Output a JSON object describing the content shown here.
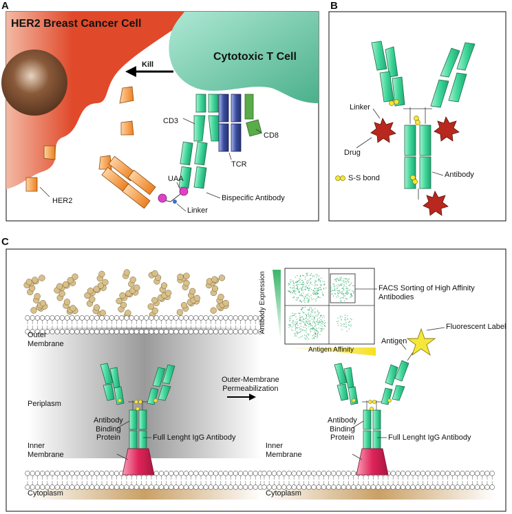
{
  "panels": {
    "a": {
      "letter": "A",
      "her2_cell_title": "HER2 Breast Cancer Cell",
      "t_cell_title": "Cytotoxic T Cell",
      "kill_label": "Kill",
      "cd3_label": "CD3",
      "cd8_label": "CD8",
      "tcr_label": "TCR",
      "uaa_label": "UAA",
      "her2_label": "HER2",
      "linker_label": "Linker",
      "bispecific_label": "Bispecific Antibody"
    },
    "b": {
      "letter": "B",
      "linker_label": "Linker",
      "drug_label": "Drug",
      "antibody_label": "Antibody",
      "ss_bond_label": "S-S bond"
    },
    "c": {
      "letter": "C",
      "outer_membrane_label": "Outer\nMembrane",
      "periplasm_label": "Periplasm",
      "inner_membrane_label_left": "Inner\nMembrane",
      "inner_membrane_label_right": "Inner\nMembrane",
      "cytoplasm_label_left": "Cytoplasm",
      "cytoplasm_label_right": "Cytoplasm",
      "abp_label_left": "Antibody\nBinding\nProtein",
      "abp_label_right": "Antibody\nBinding\nProtein",
      "igg_label_left": "Full Lenght IgG Antibody",
      "igg_label_right": "Full Lenght IgG Antibody",
      "permeabilization_label": "Outer-Membrane\nPermeabilization",
      "antigen_label": "Antigen",
      "fluorescent_label": "Fluorescent Label",
      "facs_label": "FACS Sorting of High Affinity\nAntibodies",
      "y_axis_label": "Antibody Expression",
      "x_axis_label": "Antigen Affinity"
    }
  },
  "colors": {
    "cancer_cell": "#e0492a",
    "t_cell": "#5cc4a0",
    "antibody_green": "#3fd79a",
    "her2_orange": "#f08a2a",
    "tcr_blue": "#3a4da0",
    "cd8_green": "#5aab4a",
    "drug_red": "#b8281e",
    "abp_pink": "#e0245a",
    "bead_tan": "#d9c08a",
    "cytoplasm_brown": "#c9a066",
    "label_yellow": "#f5e73a",
    "nucleus_brown": "#8a5a3a"
  }
}
